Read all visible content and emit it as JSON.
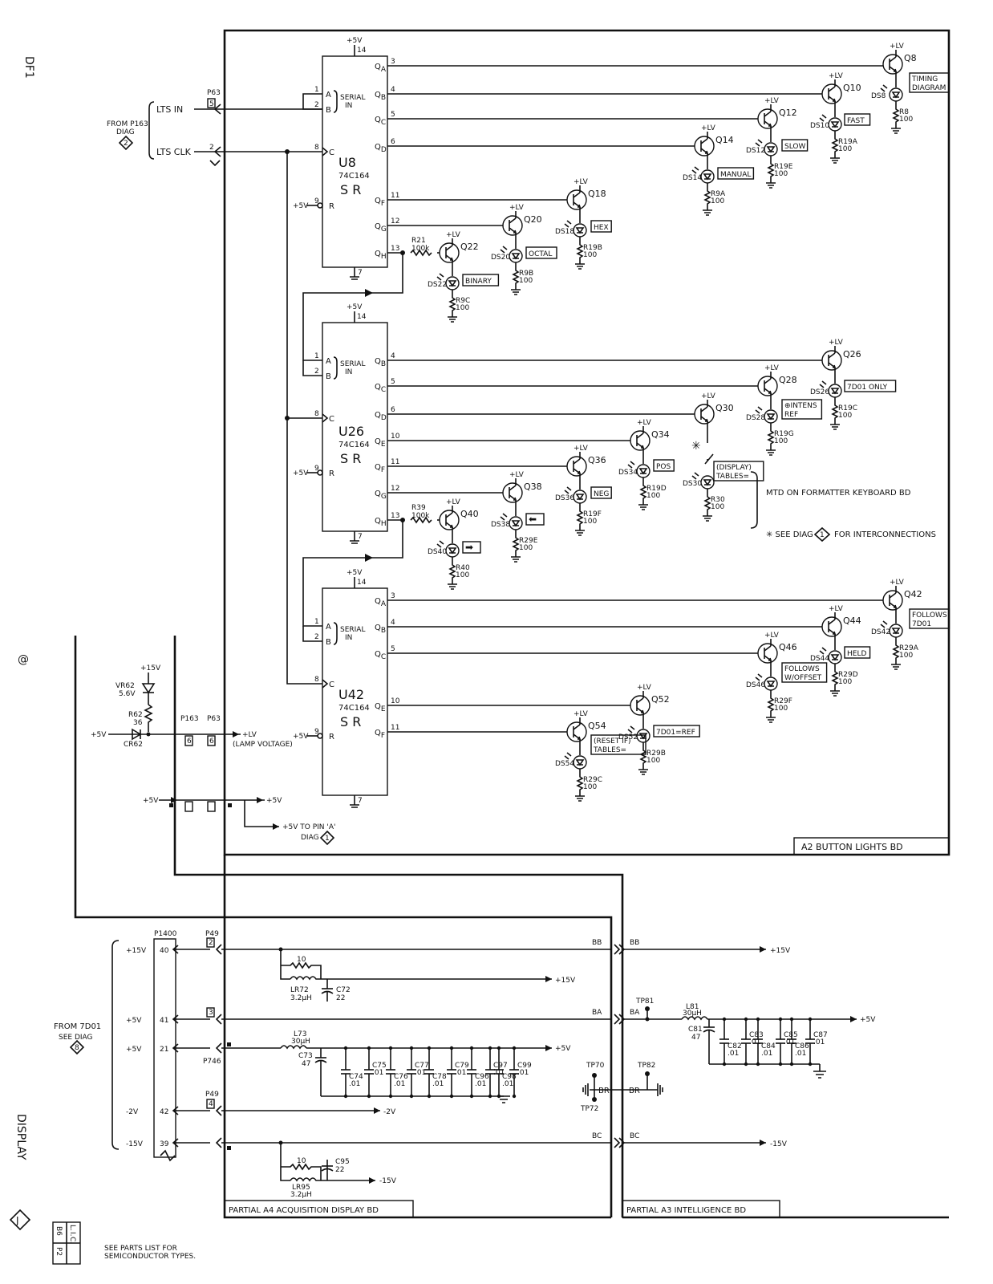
{
  "side_labels": {
    "top": "DF1",
    "middle": "@",
    "bottom": "DISPLAY",
    "page_symbol": "J"
  },
  "boards": {
    "a2": "A2 BUTTON LIGHTS BD",
    "a4": "PARTIAL A4 ACQUISITION DISPLAY BD",
    "a3": "PARTIAL A3 INTELLIGENCE BD"
  },
  "inputs": {
    "from_p163": "FROM P163",
    "diag": "DIAG",
    "diag_num": "2",
    "lts_in": "LTS IN",
    "lts_clk": "LTS CLK",
    "p63": "P63",
    "pin5": "5",
    "pin2": "2"
  },
  "chips": [
    {
      "name": "U8",
      "part": "74C164",
      "func": "S R",
      "vcc": "+5V",
      "vcc_pin": "14",
      "gnd_pin": "7",
      "pins_in": [
        "1",
        "2",
        "8",
        "9"
      ],
      "serial": "SERIAL",
      "serial_in": "IN",
      "outputs": [
        {
          "q": "QA",
          "pin": "3"
        },
        {
          "q": "QB",
          "pin": "4"
        },
        {
          "q": "QC",
          "pin": "5"
        },
        {
          "q": "QD",
          "pin": "6"
        },
        {
          "q": "QF",
          "pin": "11"
        },
        {
          "q": "QG",
          "pin": "12"
        },
        {
          "q": "QH",
          "pin": "13"
        }
      ]
    },
    {
      "name": "U26",
      "part": "74C164",
      "func": "S R",
      "vcc": "+5V",
      "vcc_pin": "14",
      "gnd_pin": "7",
      "pins_in": [
        "1",
        "2",
        "8",
        "9"
      ],
      "serial": "SERIAL",
      "serial_in": "IN",
      "outputs": [
        {
          "q": "QB",
          "pin": "4"
        },
        {
          "q": "QC",
          "pin": "5"
        },
        {
          "q": "QD",
          "pin": "6"
        },
        {
          "q": "QE",
          "pin": "10"
        },
        {
          "q": "QF",
          "pin": "11"
        },
        {
          "q": "QG",
          "pin": "12"
        },
        {
          "q": "QH",
          "pin": "13"
        }
      ]
    },
    {
      "name": "U42",
      "part": "74C164",
      "func": "S R",
      "vcc": "+5V",
      "vcc_pin": "14",
      "gnd_pin": "7",
      "pins_in": [
        "1",
        "2",
        "8",
        "9"
      ],
      "serial": "SERIAL",
      "serial_in": "IN",
      "outputs": [
        {
          "q": "QA",
          "pin": "3"
        },
        {
          "q": "QB",
          "pin": "4"
        },
        {
          "q": "QC",
          "pin": "5"
        },
        {
          "q": "QE",
          "pin": "10"
        },
        {
          "q": "QF",
          "pin": "11"
        }
      ]
    }
  ],
  "pin_labels": {
    "a": "A",
    "b": "B",
    "c": "C",
    "r": "R",
    "plus5v": "+5V"
  },
  "lamps": [
    {
      "q": "Q8",
      "ds": "DS8",
      "label": "TIMING DIAGRAM",
      "r": "R8",
      "rv": "100"
    },
    {
      "q": "Q10",
      "ds": "DS10",
      "label": "FAST",
      "r": "R19A",
      "rv": "100"
    },
    {
      "q": "Q12",
      "ds": "DS12",
      "label": "SLOW",
      "r": "R19E",
      "rv": "100"
    },
    {
      "q": "Q14",
      "ds": "DS14",
      "label": "MANUAL",
      "r": "R9A",
      "rv": "100"
    },
    {
      "q": "Q18",
      "ds": "DS18",
      "label": "HEX",
      "r": "R19B",
      "rv": "100"
    },
    {
      "q": "Q20",
      "ds": "DS20",
      "label": "OCTAL",
      "r": "R9B",
      "rv": "100"
    },
    {
      "q": "Q22",
      "ds": "DS22",
      "label": "BINARY",
      "r": "R9C",
      "rv": "100"
    },
    {
      "q": "Q26",
      "ds": "DS26",
      "label": "7D01 ONLY",
      "r": "R19C",
      "rv": "100"
    },
    {
      "q": "Q28",
      "ds": "DS28",
      "label": "⊕INTENS REF",
      "r": "R19G",
      "rv": "100"
    },
    {
      "q": "Q30",
      "ds": "DS30",
      "label": "(DISPLAY) TABLES=",
      "r": "R30",
      "rv": "100"
    },
    {
      "q": "Q34",
      "ds": "DS34",
      "label": "POS",
      "r": "R19D",
      "rv": "100"
    },
    {
      "q": "Q36",
      "ds": "DS36",
      "label": "NEG",
      "r": "R19F",
      "rv": "100"
    },
    {
      "q": "Q38",
      "ds": "DS38",
      "label": "⬅",
      "r": "R29E",
      "rv": "100"
    },
    {
      "q": "Q40",
      "ds": "DS40",
      "label": "➡",
      "r": "R40",
      "rv": "100"
    },
    {
      "q": "Q42",
      "ds": "DS42",
      "label": "FOLLOWS 7D01",
      "r": "R29A",
      "rv": "100"
    },
    {
      "q": "Q44",
      "ds": "DS44",
      "label": "HELD",
      "r": "R29D",
      "rv": "100"
    },
    {
      "q": "Q46",
      "ds": "DS46",
      "label": "FOLLOWS W/OFFSET",
      "r": "R29F",
      "rv": "100"
    },
    {
      "q": "Q52",
      "ds": "DS52",
      "label": "7D01=REF",
      "r": "R29B",
      "rv": "100"
    },
    {
      "q": "Q54",
      "ds": "DS54",
      "label": "(RESET IF) TABLES=",
      "r": "R29C",
      "rv": "100"
    }
  ],
  "plus_lv": "+LV",
  "base_res": [
    {
      "ref": "R21",
      "val": "100k"
    },
    {
      "ref": "R39",
      "val": "100k"
    }
  ],
  "notes": {
    "mtd": "MTD ON FORMATTER KEYBOARD BD",
    "asterisk": "✳",
    "see_diag": "✳ SEE DIAG",
    "see_diag_num": "1",
    "see_diag_tail": "FOR INTERCONNECTIONS",
    "semis": "SEE PARTS LIST FOR SEMICONDUCTOR TYPES."
  },
  "lamp_supply": {
    "vr": "VR62",
    "vr_v": "5.6V",
    "plus15": "+15V",
    "r62": "R62",
    "r62v": "36",
    "cr62": "CR62",
    "plus5": "+5V",
    "p163": "P163",
    "p63": "P63",
    "pin6": "6",
    "lv": "+LV",
    "lamp_voltage": "(LAMP VOLTAGE)",
    "out5": "+5V",
    "to_pin_a": "+5V TO PIN 'A'",
    "diag": "DIAG",
    "diag_num": "1"
  },
  "power": {
    "from_7d01": "FROM 7D01",
    "see_diag": "SEE DIAG",
    "diag_num": "8",
    "p1400": "P1400",
    "p49": "P49",
    "p746": "P746",
    "rails": [
      {
        "v": "+15V",
        "pin": "40",
        "p49pin": "2",
        "bus": "BB",
        "out": "+15V"
      },
      {
        "v": "+5V",
        "pin": "41",
        "p49pin": "3",
        "bus": "BA",
        "out": "+5V"
      },
      {
        "v": "+5V",
        "pin": "21",
        "p49pin": "",
        "bus": "",
        "out": "+5V"
      },
      {
        "v": "-2V",
        "pin": "42",
        "p49pin": "4",
        "bus": "",
        "out": "-2V"
      },
      {
        "v": "-15V",
        "pin": "39",
        "p49pin": "",
        "bus": "BC",
        "out": "-15V"
      }
    ],
    "br": "BR",
    "tp": [
      "TP81",
      "TP70",
      "TP72",
      "TP82"
    ],
    "parts": {
      "r10a": "10",
      "lr72": "LR72",
      "lr72v": "3.2μH",
      "c72": "C72",
      "c72v": "22",
      "out15": "+15V",
      "l73": "L73",
      "l73v": "30μH",
      "c73": "C73",
      "c73v": "47",
      "caps_a4": [
        "C74",
        "C75",
        "C76",
        "C77",
        "C78",
        "C79",
        "C96",
        "C97",
        "C98",
        "C99"
      ],
      "cap_val": ".01",
      "r10b": "10",
      "lr95": "LR95",
      "lr95v": "3.2μH",
      "c95": "C95",
      "c95v": "22",
      "outm15": "-15V",
      "l81": "L81",
      "l81v": "30μH",
      "c81": "C81",
      "c81v": "47",
      "caps_a3": [
        "C83",
        "C85",
        "C87",
        "C82",
        "C84",
        "C86"
      ]
    }
  },
  "lic": {
    "l": "L.",
    "i": "I.",
    "c": "C.",
    "b6": "B6",
    "p2": "P2"
  }
}
